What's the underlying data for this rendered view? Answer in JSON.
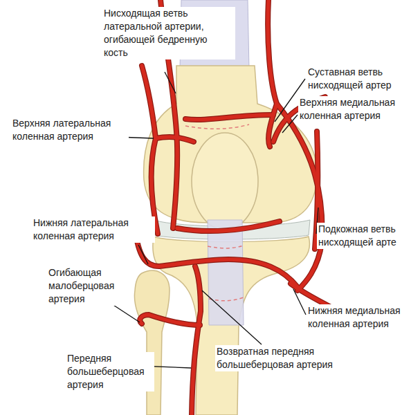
{
  "diagram": {
    "labels": [
      "Нисходящая ветвь латеральной артерии, огибающей бедренную кость",
      "Суставная ветвь нисходящей артер",
      "Верхняя медиальная коленная артерия",
      "Верхняя латеральная коленная артерия",
      "Нижняя латеральная коленная артерия",
      "Подкожная ветвь нисходящей арте",
      "Огибающая малоберцовая артерия",
      "Нижняя медиальная коленная артерия",
      "Возвратная передняя большеберцовая артерия",
      "Передняя большеберцовая артерия"
    ]
  }
}
